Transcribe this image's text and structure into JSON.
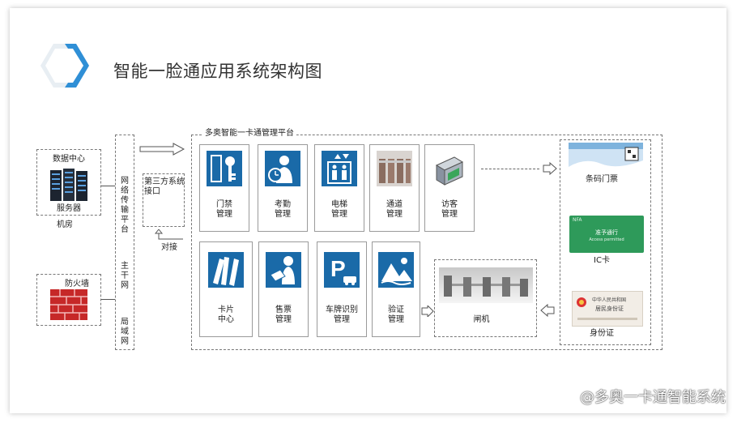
{
  "title": "智能一脸通应用系统架构图",
  "platform_label": "多奥智能一卡通管理平台",
  "left": {
    "datacenter": "数据中心",
    "server": "服务器",
    "room": "机房",
    "firewall": "防火墙"
  },
  "network": {
    "transport": "网络传输平台",
    "backbone": "主干网",
    "lan": "局域网"
  },
  "third_party": {
    "label": "第三方系统接口",
    "dock": "对接"
  },
  "modules_top": [
    {
      "l1": "门禁",
      "l2": "管理"
    },
    {
      "l1": "考勤",
      "l2": "管理"
    },
    {
      "l1": "电梯",
      "l2": "管理"
    },
    {
      "l1": "通道",
      "l2": "管理"
    },
    {
      "l1": "访客",
      "l2": "管理"
    }
  ],
  "modules_bottom": [
    {
      "l1": "卡片",
      "l2": "中心"
    },
    {
      "l1": "售票",
      "l2": "管理"
    },
    {
      "l1": "车牌识别",
      "l2": "管理"
    },
    {
      "l1": "验证",
      "l2": "管理"
    }
  ],
  "gate": "闸机",
  "right": {
    "qr_ticket": "条码门票",
    "ic_card": "IC卡",
    "ic_card_text1": "准予通行",
    "ic_card_text2": "Access permitted",
    "ic_card_brand": "NFA",
    "id_card": "身份证",
    "id_card_text1": "中华人民共和国",
    "id_card_text2": "居民身份证"
  },
  "watermark": "@多奥一卡通智能系统",
  "colors": {
    "accent": "#1565a8",
    "icon_blue": "#1a6aa8",
    "green_card": "#2e9a5a"
  }
}
